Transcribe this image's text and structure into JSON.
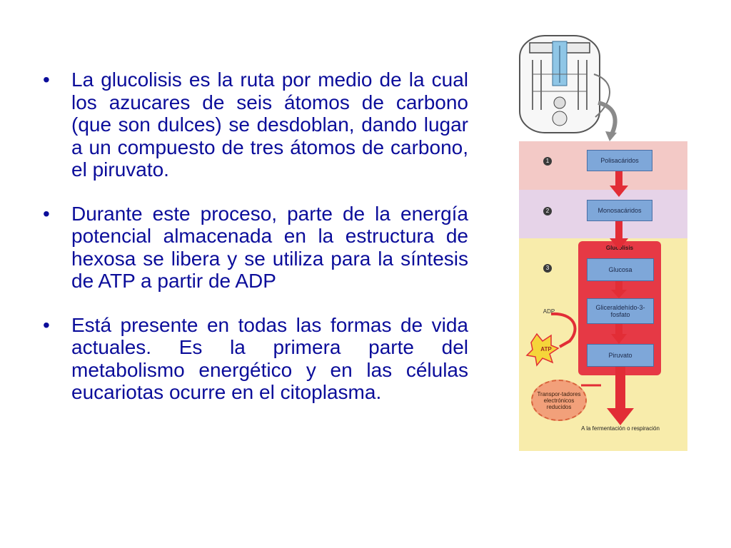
{
  "bullets": [
    {
      "text": "La glucolisis es la ruta por medio de la cual los azucares de seis átomos de carbono (que son dulces) se desdoblan, dando lugar a un compuesto de tres átomos de carbono, el piruvato."
    },
    {
      "text": "Durante este proceso, parte de la energía potencial almacenada en la estructura de hexosa se libera y se utiliza para la síntesis de ATP a partir de ADP"
    },
    {
      "text": "Está presente en todas las formas de vida actuales. Es la primera parte del metabolismo energético y en las células eucariotas ocurre en el citoplasma."
    }
  ],
  "bullet_symbol": "•",
  "figure": {
    "steps": [
      "1",
      "2",
      "3"
    ],
    "boxes": {
      "polisacaridos": "Polisacáridos",
      "monosacaridos": "Monosacáridos",
      "glucolisis": "Glucolisis",
      "glucosa": "Glucosa",
      "gliceraldehido": "Gliceraldehído-3-fosfato",
      "piruvato": "Piruvato"
    },
    "adp": "ADP",
    "atp": "ATP",
    "transportadores": "Transpor-tadores electrónicos reducidos",
    "final": "A la fermentación o respiración",
    "colors": {
      "band1": "#f3c9c6",
      "band2": "#e6d3e8",
      "band3": "#f8ecab",
      "box": "#7ea7d9",
      "arrow": "#e22d36",
      "panel": "#e63945",
      "text": "#0b0d9a"
    }
  }
}
